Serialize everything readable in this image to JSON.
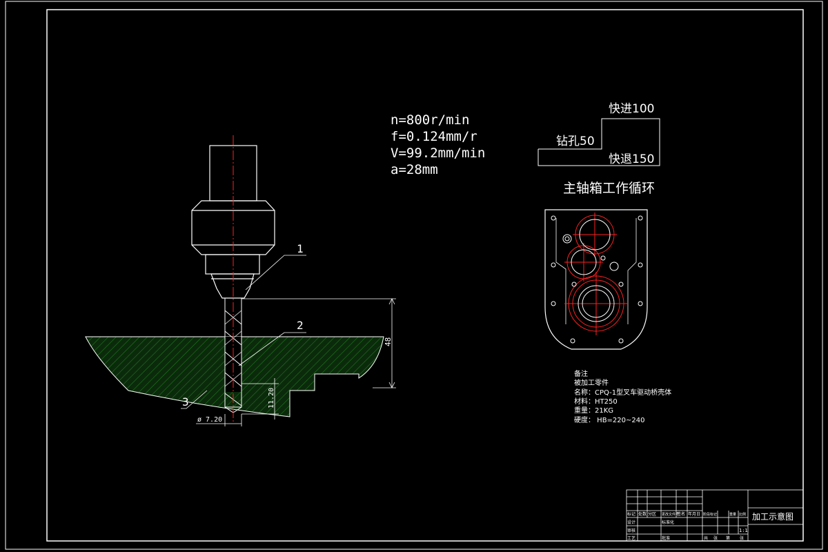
{
  "params": {
    "n": "n=800r/min",
    "f": "f=0.124mm/r",
    "v": "V=99.2mm/min",
    "a": "a=28mm"
  },
  "cycle": {
    "fast_forward": "快进100",
    "drill": "钻孔50",
    "fast_return": "快退150",
    "title": "主轴箱工作循环"
  },
  "callouts": [
    "1",
    "2",
    "3"
  ],
  "dimensions": {
    "depth": "48",
    "hole_depth": "11.20",
    "diameter": "ø 7.20"
  },
  "notes": {
    "heading": "备注",
    "line1": "被加工零件",
    "line2": "名称：CPQ-1型叉车驱动桥壳体",
    "line3": "材料：HT250",
    "line4": "重量：21KG",
    "line5": "硬度：  HB=220~240"
  },
  "title_block": {
    "drawing_title": "加工示意图",
    "scale": "1:1",
    "small_labels": [
      "标记",
      "处数",
      "分区",
      "更改文件号",
      "签名",
      "年月日",
      "设计",
      "标准化",
      "审核",
      "工艺",
      "批准",
      "阶段标记",
      "重量",
      "比例",
      "共",
      "张",
      "第",
      "张"
    ]
  },
  "colors": {
    "line": "#ffffff",
    "center": "#ff2020",
    "hatch": "#1e6a1e"
  }
}
